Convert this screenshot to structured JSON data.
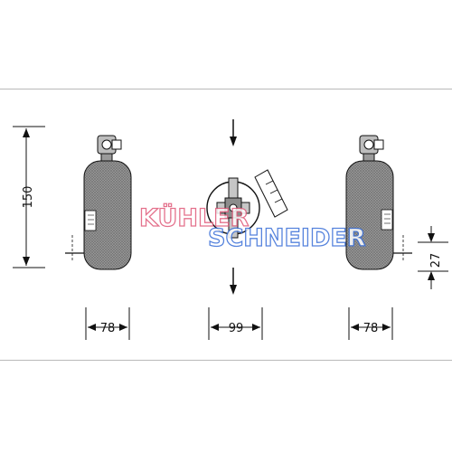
{
  "dimensions": {
    "height": "150",
    "width_left": "78",
    "width_middle": "99",
    "width_right": "78",
    "offset_right": "27"
  },
  "watermark": {
    "line1": "KÜHLER",
    "line2": "SCHNEIDER"
  },
  "colors": {
    "line": "#111111",
    "body_shade": "#8a8a8a",
    "watermark_red": "#e05a7a",
    "watermark_blue": "#3a6fd8"
  }
}
